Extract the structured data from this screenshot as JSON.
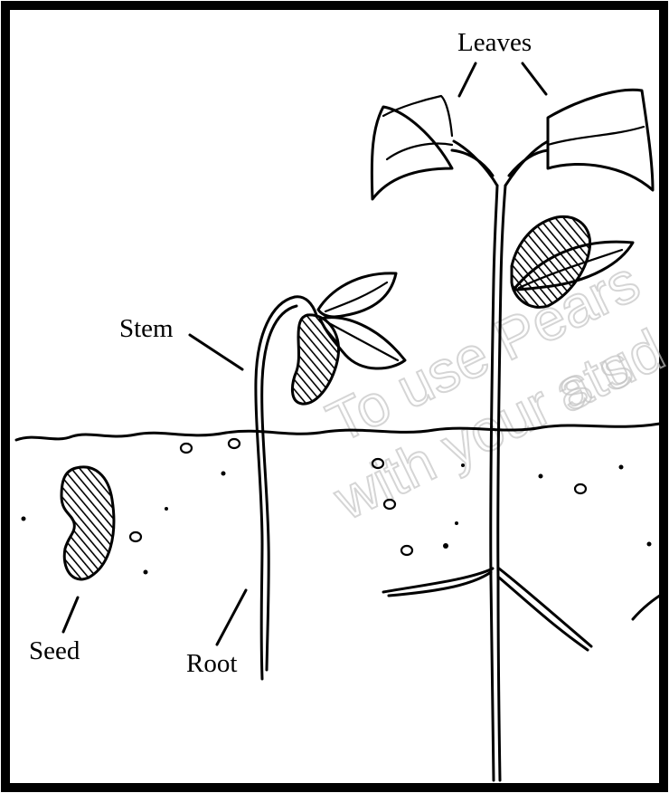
{
  "labels": {
    "leaves": "Leaves",
    "stem": "Stem",
    "seed": "Seed",
    "root": "Root"
  },
  "watermark": {
    "line1": "To use Pears",
    "line2": "with your stud",
    "line3": "a s"
  }
}
